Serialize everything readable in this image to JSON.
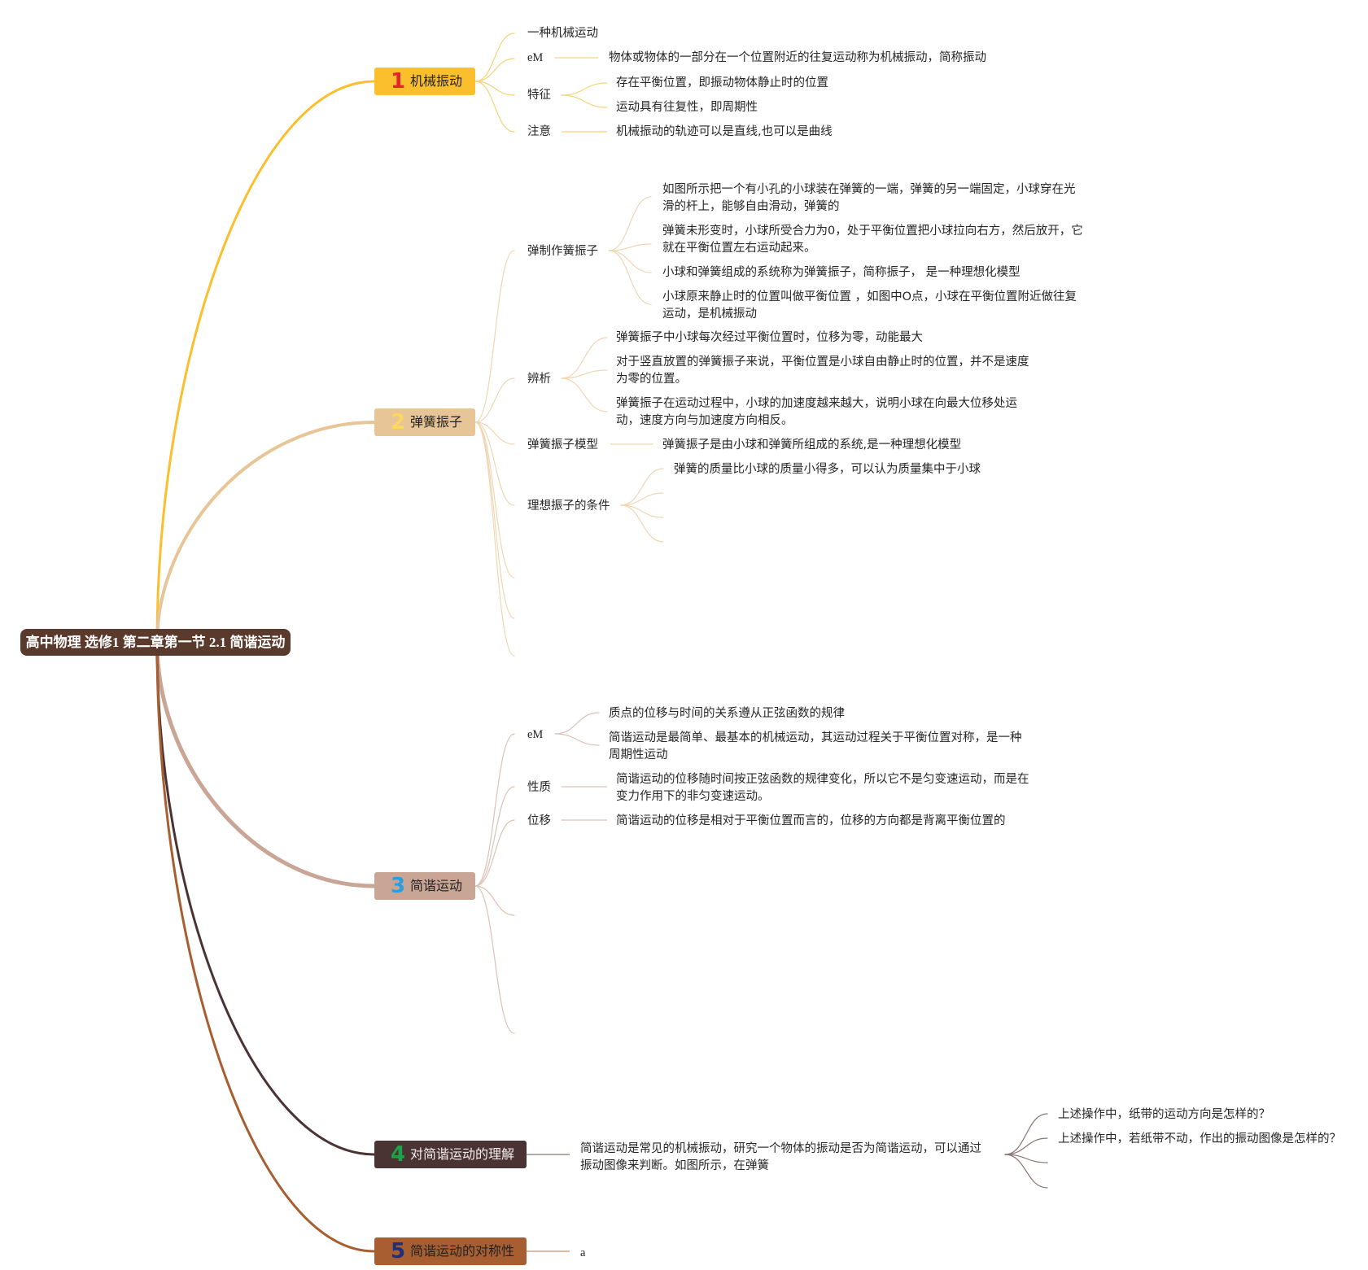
{
  "root": {
    "title": "高中物理 选修1 第二章第一节 2.1 简谐运动"
  },
  "colors": {
    "root": "#5a3a2c",
    "b1": "#fbbf2d",
    "b2": "#e7c597",
    "b3": "#c9a596",
    "b4": "#4a3433",
    "b5": "#a75f32",
    "num1": "#e3262c",
    "num2": "#fbd75e",
    "num3": "#2b9ee0",
    "num4": "#21a04a",
    "num5": "#1f2f7a"
  },
  "branches": [
    {
      "num": "1",
      "label": "机械振动",
      "items": [
        {
          "label": "一种机械运动"
        },
        {
          "label": "eM",
          "detail": "物体或物体的一部分在一个位置附近的往复运动称为机械振动，简称振动"
        },
        {
          "label": "特征",
          "details": [
            "存在平衡位置，即振动物体静止时的位置",
            "运动具有往复性，即周期性"
          ]
        },
        {
          "label": "注意",
          "detail": "机械振动的轨迹可以是直线,也可以是曲线"
        }
      ]
    },
    {
      "num": "2",
      "label": "弹簧振子",
      "items": [
        {
          "label": "弹制作簧振子",
          "details": [
            "如图所示把一个有小孔的小球装在弹簧的一端，弹簧的另一端固定，小球穿在光滑的杆上，能够自由滑动，弹簧的",
            "弹簧未形变时，小球所受合力为0，处于平衡位置把小球拉向右方，然后放开，它就在平衡位置左右运动起来。",
            "小球和弹簧组成的系统称为弹簧振子，简称振子， 是一种理想化模型",
            "小球原来静止时的位置叫做平衡位置 ，如图中O点，小球在平衡位置附近做往复运动，是机械振动"
          ]
        },
        {
          "label": "辨析",
          "details": [
            "弹簧振子中小球每次经过平衡位置时，位移为零，动能最大",
            "对于竖直放置的弹簧振子来说，平衡位置是小球自由静止时的位置，并不是速度为零的位置。",
            "弹簧振子在运动过程中，小球的加速度越来越大，说明小球在向最大位移处运动，速度方向与加速度方向相反。"
          ]
        },
        {
          "label": "弹簧振子模型",
          "detail": "弹簧振子是由小球和弹簧所组成的系统,是一种理想化模型"
        },
        {
          "label": "理想振子的条件",
          "details": [
            "弹簧的质量比小球的质量小得多，可以认为质量集中于小球"
          ]
        }
      ]
    },
    {
      "num": "3",
      "label": "简谐运动",
      "items": [
        {
          "label": "eM",
          "details": [
            "质点的位移与时间的关系遵从正弦函数的规律",
            "简谐运动是最简单、最基本的机械运动，其运动过程关于平衡位置对称，是一种周期性运动"
          ]
        },
        {
          "label": "性质",
          "detail": "简谐运动的位移随时间按正弦函数的规律变化，所以它不是匀变速运动，而是在变力作用下的非匀变速运动。"
        },
        {
          "label": "位移",
          "detail": "简谐运动的位移是相对于平衡位置而言的，位移的方向都是背离平衡位置的"
        }
      ]
    },
    {
      "num": "4",
      "label": "对简谐运动的理解",
      "items": [
        {
          "label": "简谐运动是常见的机械振动，研究一个物体的振动是否为简谐运动，可以通过振动图像来判断。如图所示，在弹簧",
          "details": [
            "上述操作中，纸带的运动方向是怎样的？",
            "上述操作中，若纸带不动，作出的振动图像是怎样的？"
          ]
        }
      ]
    },
    {
      "num": "5",
      "label": "简谐运动的对称性",
      "items": [
        {
          "label": "a"
        }
      ]
    }
  ]
}
